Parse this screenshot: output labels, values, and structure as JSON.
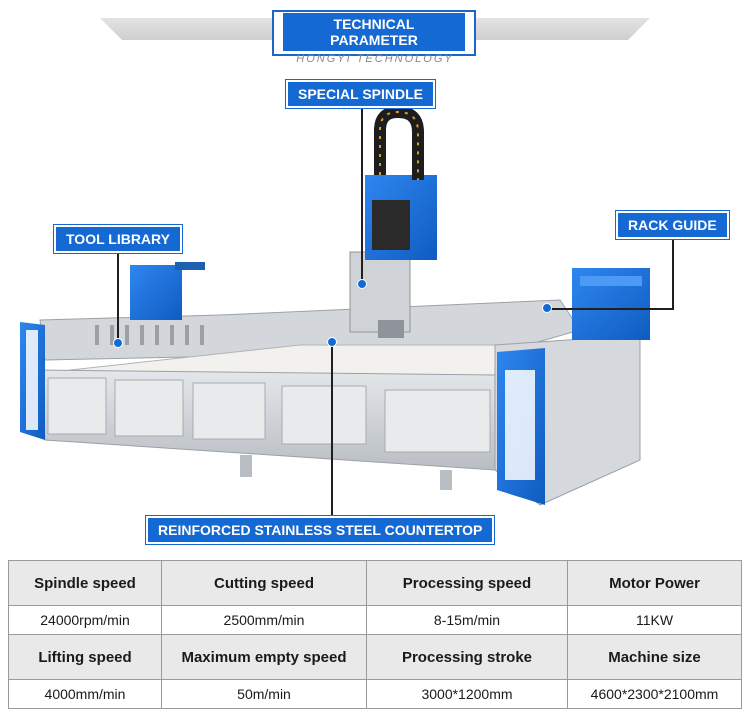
{
  "header": {
    "title_line1": "TECHNICAL",
    "title_line2": "PARAMETER",
    "brand": "HONGYI TECHNOLOGY"
  },
  "labels": {
    "special_spindle": "SPECIAL SPINDLE",
    "tool_library": "TOOL LIBRARY",
    "rack_guide": "RACK GUIDE",
    "countertop": "REINFORCED STAINLESS STEEL COUNTERTOP"
  },
  "colors": {
    "accent": "#1469d3",
    "steel": "#c9cdd2",
    "table_header_bg": "#e9e9e9"
  },
  "specs": {
    "row1_headers": [
      "Spindle speed",
      "Cutting speed",
      "Processing speed",
      "Motor Power"
    ],
    "row1_values": [
      "24000rpm/min",
      "2500mm/min",
      "8-15m/min",
      "11KW"
    ],
    "row2_headers": [
      "Lifting speed",
      "Maximum empty speed",
      "Processing stroke",
      "Machine size"
    ],
    "row2_values": [
      "4000mm/min",
      "50m/min",
      "3000*1200mm",
      "4600*2300*2100mm"
    ]
  }
}
